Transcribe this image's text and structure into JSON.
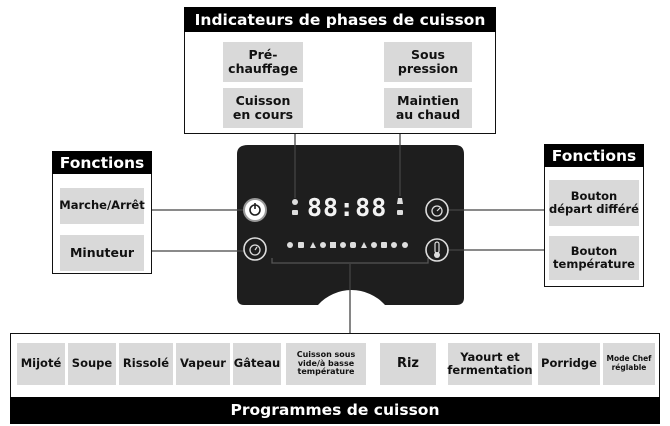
{
  "phases": {
    "title": "Indicateurs de phases de cuisson",
    "items": [
      "Pré-\nchauffage",
      "Sous\npression",
      "Cuisson\nen cours",
      "Maintien\nau chaud"
    ]
  },
  "left_functions": {
    "title": "Fonctions",
    "items": [
      "Marche/Arrêt",
      "Minuteur"
    ]
  },
  "right_functions": {
    "title": "Fonctions",
    "items": [
      "Bouton\ndépart différé",
      "Bouton\ntempérature"
    ]
  },
  "display": {
    "value": "88:88"
  },
  "programs": {
    "title": "Programmes de cuisson",
    "items": [
      "Mijoté",
      "Soupe",
      "Rissolé",
      "Vapeur",
      "Gâteau",
      "Cuisson sous\nvide/à basse\ntempérature",
      "Riz",
      "Yaourt et\nfermentation",
      "Porridge",
      "Mode Chef\nréglable"
    ]
  },
  "colors": {
    "panel": "#1e1e1e",
    "label_bg": "#d9d9d9",
    "bar": "#000000"
  }
}
